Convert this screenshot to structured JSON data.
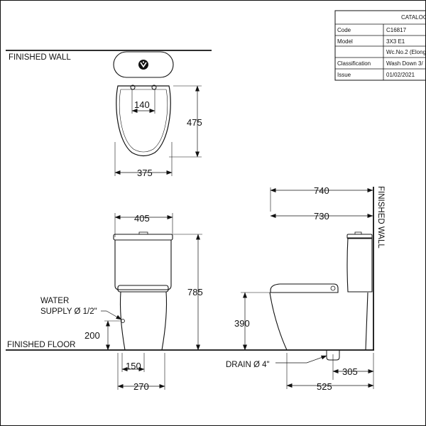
{
  "labels": {
    "finished_wall_top": "FINISHED WALL",
    "finished_wall_side": "FINISHED WALL",
    "finished_floor": "FINISHED FLOOR",
    "water_supply_line1": "WATER",
    "water_supply_line2": "SUPPLY Ø 1/2\"",
    "drain": "DRAIN Ø 4\""
  },
  "dimensions": {
    "seat_hinge": "140",
    "plan_depth": "475",
    "plan_width": "375",
    "front_width": "405",
    "total_height": "785",
    "supply_height": "200",
    "supply_offset": "150",
    "base_width": "270",
    "side_overall": "740",
    "side_bowl": "730",
    "seat_height": "390",
    "rough_in": "305",
    "base_depth": "525"
  },
  "title_block": {
    "header": "CATALOG",
    "rows": [
      {
        "key": "Code",
        "value": "C16817"
      },
      {
        "key": "Model",
        "value": "3X3 E1"
      },
      {
        "key": "",
        "value": "Wc.No.2 (Elong"
      },
      {
        "key": "Classification",
        "value": "Wash Down 3/"
      },
      {
        "key": "Issue",
        "value": "01/02/2021"
      }
    ]
  },
  "colors": {
    "ink": "#111111",
    "background": "#ffffff"
  },
  "icons": {
    "brand_logo": "cotto-logo-icon"
  }
}
